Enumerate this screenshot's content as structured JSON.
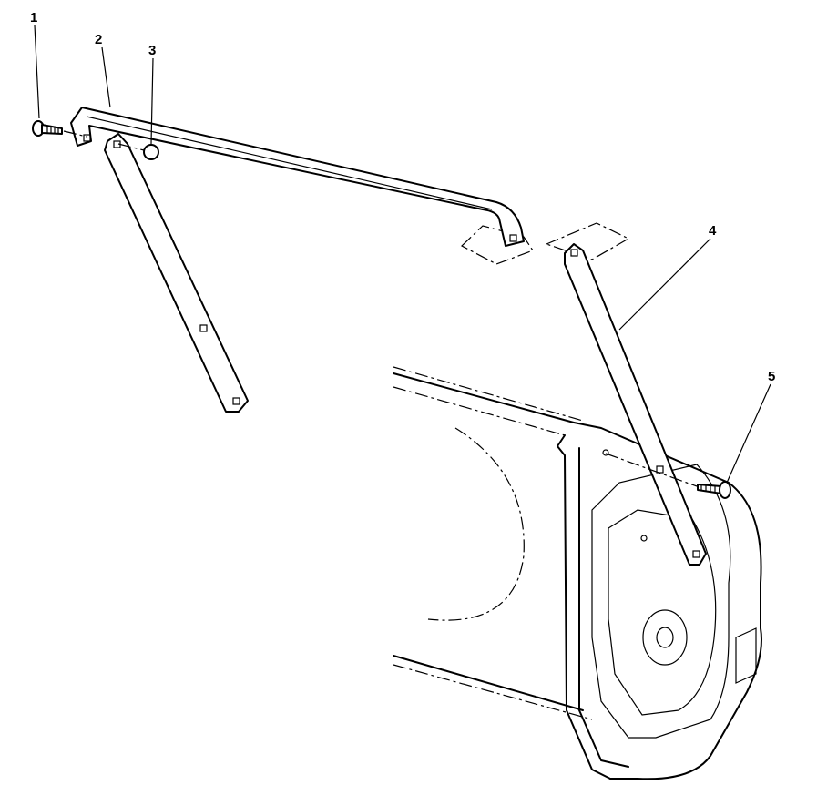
{
  "diagram": {
    "callouts": [
      {
        "id": "1",
        "label": "1"
      },
      {
        "id": "2",
        "label": "2"
      },
      {
        "id": "3",
        "label": "3"
      },
      {
        "id": "4",
        "label": "4"
      },
      {
        "id": "5",
        "label": "5"
      }
    ],
    "line_color": "#000000",
    "background": "#ffffff"
  }
}
